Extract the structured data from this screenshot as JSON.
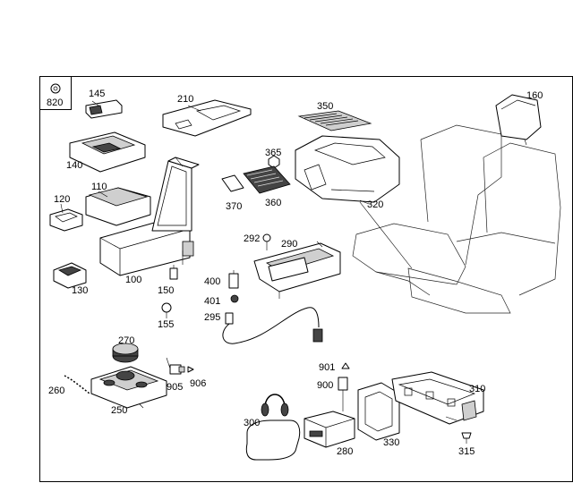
{
  "diagram": {
    "labels": {
      "l820": "820",
      "l145": "145",
      "l210": "210",
      "l160": "160",
      "l350": "350",
      "l365": "365",
      "l140": "140",
      "l110": "110",
      "l120": "120",
      "l370": "370",
      "l360": "360",
      "l320": "320",
      "l292": "292",
      "l290": "290",
      "l130": "130",
      "l100": "100",
      "l150": "150",
      "l400": "400",
      "l401": "401",
      "l155": "155",
      "l295": "295",
      "l270": "270",
      "l901": "901",
      "l900": "900",
      "l260": "260",
      "l905": "905",
      "l906": "906",
      "l250": "250",
      "l310": "310",
      "l300": "300",
      "l280": "280",
      "l330": "330",
      "l315": "315"
    }
  }
}
